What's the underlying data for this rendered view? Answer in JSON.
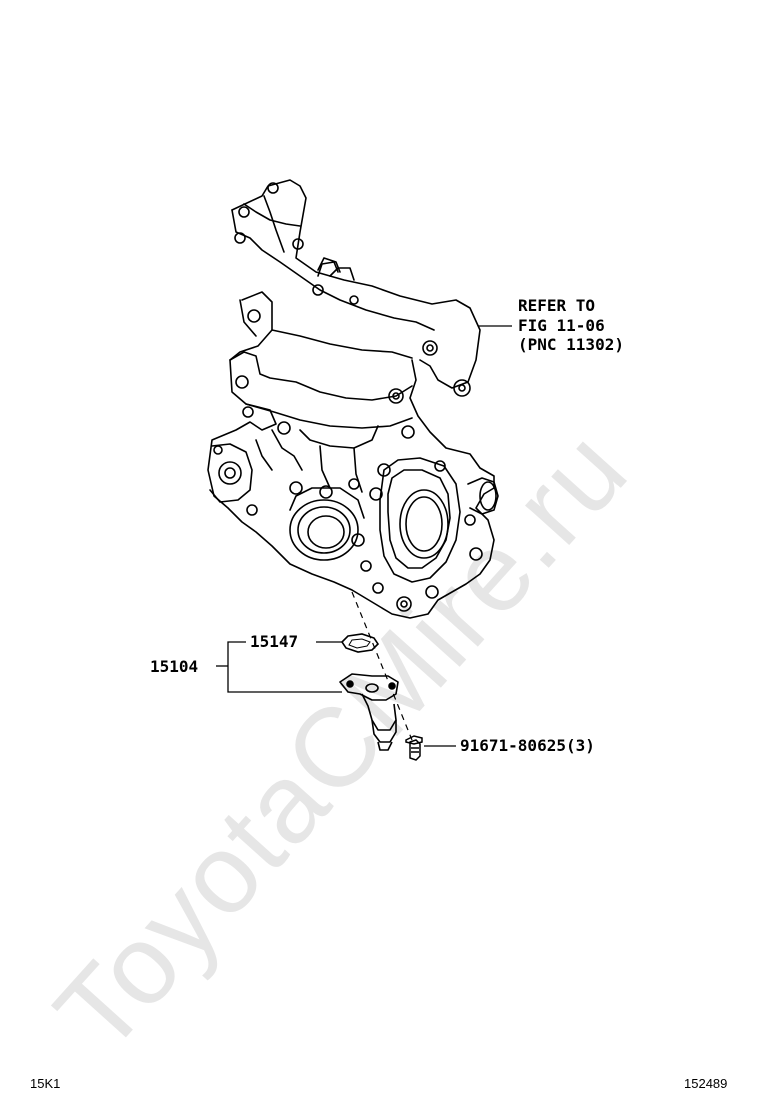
{
  "watermark": "ToyotaCMire.ru",
  "callouts": {
    "refer_line1": "REFER TO",
    "refer_line2": "FIG 11-06",
    "refer_line3": "(PNC 11302)",
    "part_15147": "15147",
    "part_15104": "15104",
    "part_bolt": "91671-80625(3)"
  },
  "footer": {
    "left_code": "15K1",
    "right_code": "152489"
  }
}
